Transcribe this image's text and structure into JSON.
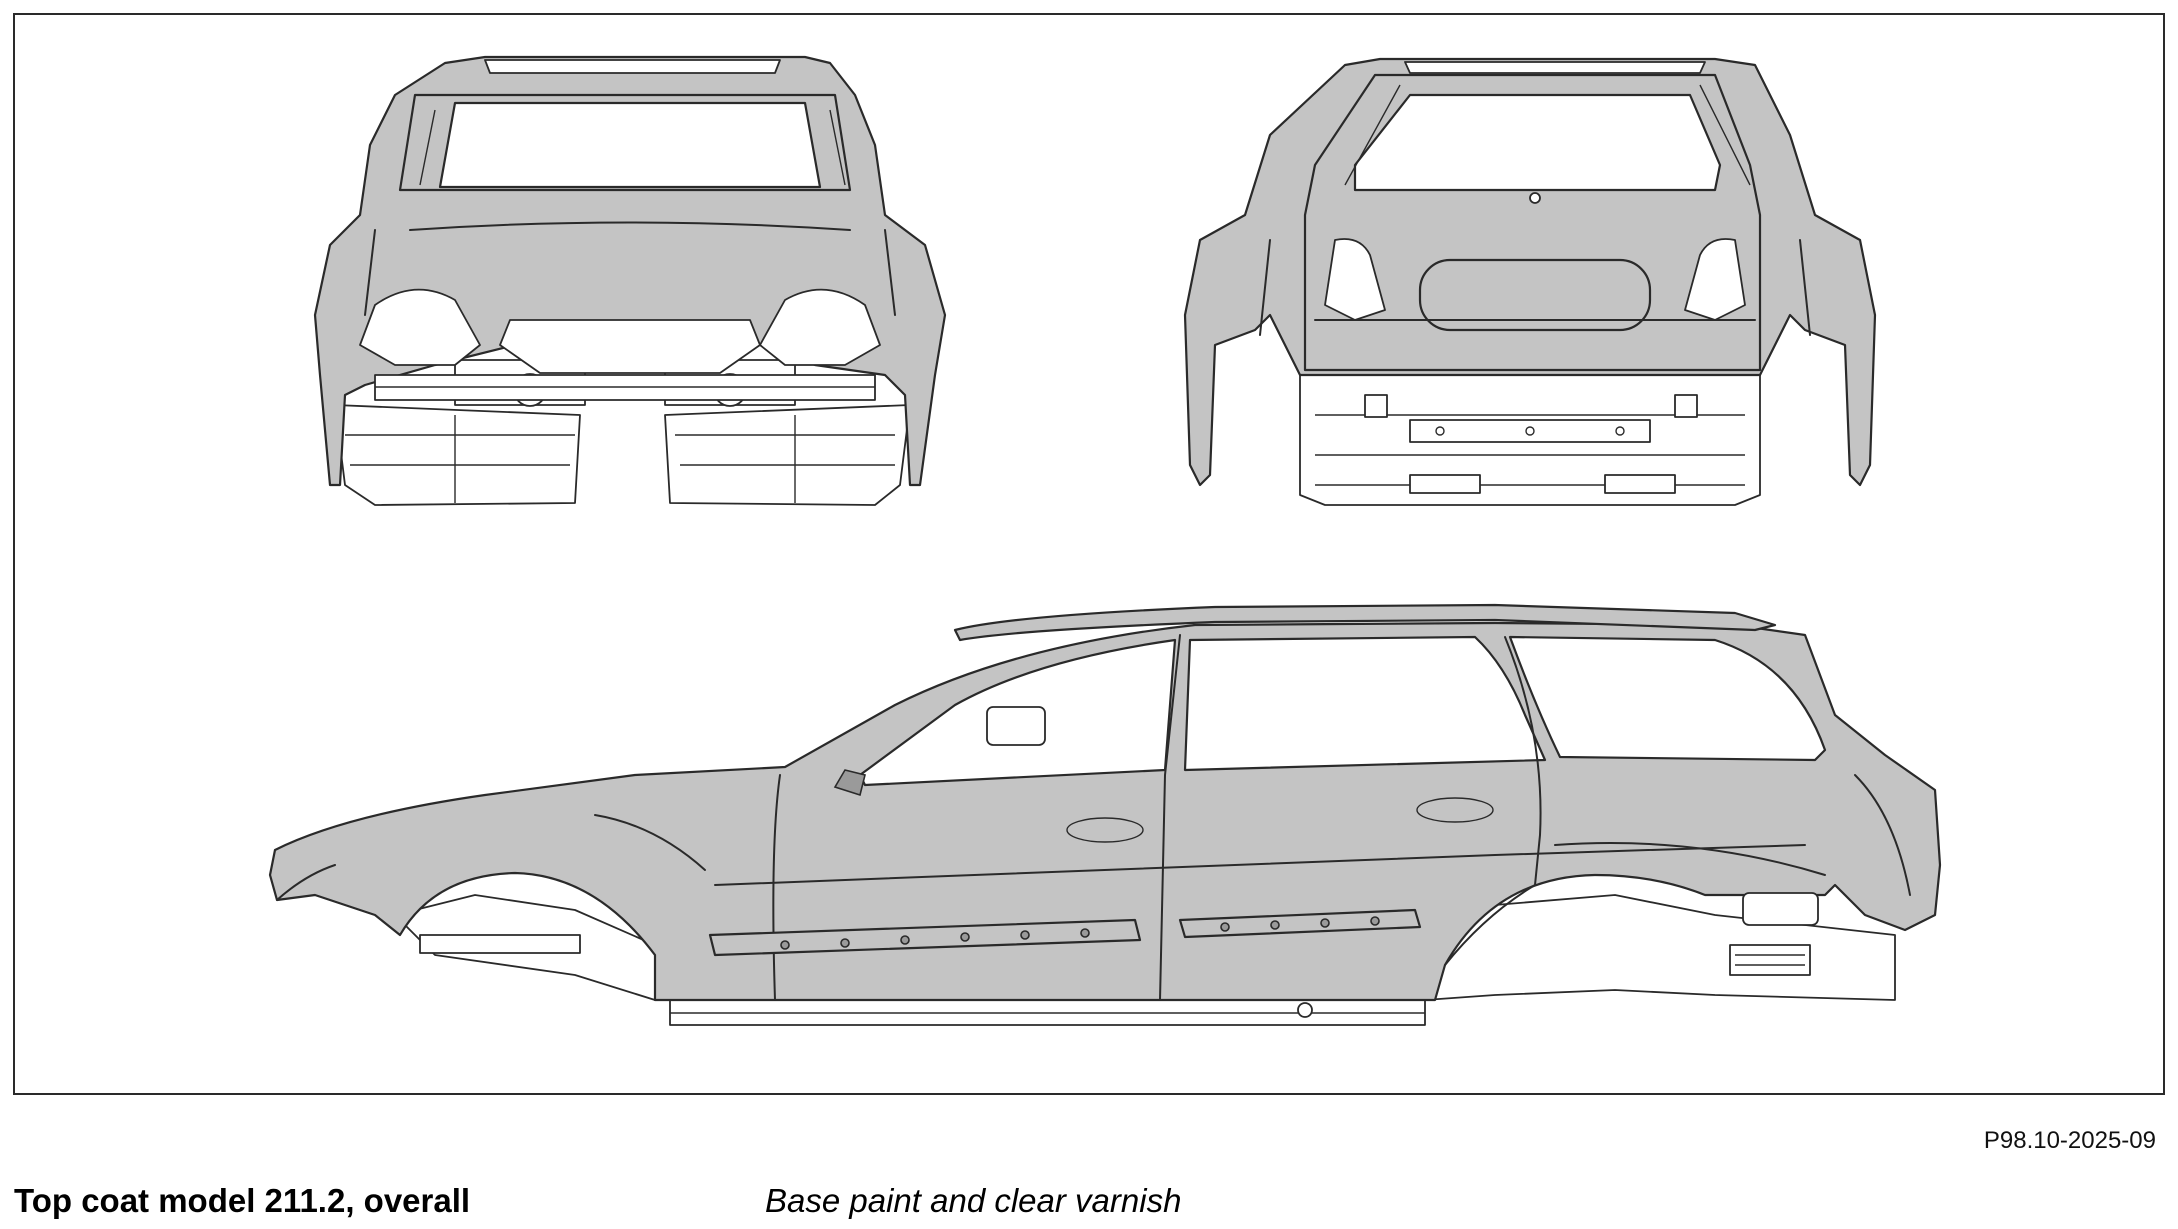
{
  "figure": {
    "reference_code": "P98.10-2025-09",
    "title": "Top coat model 211.2, overall",
    "subtitle": "Base paint and clear varnish"
  },
  "colors": {
    "paint": "#c4c4c4",
    "outline": "#2a2a2a",
    "background": "#ffffff"
  }
}
